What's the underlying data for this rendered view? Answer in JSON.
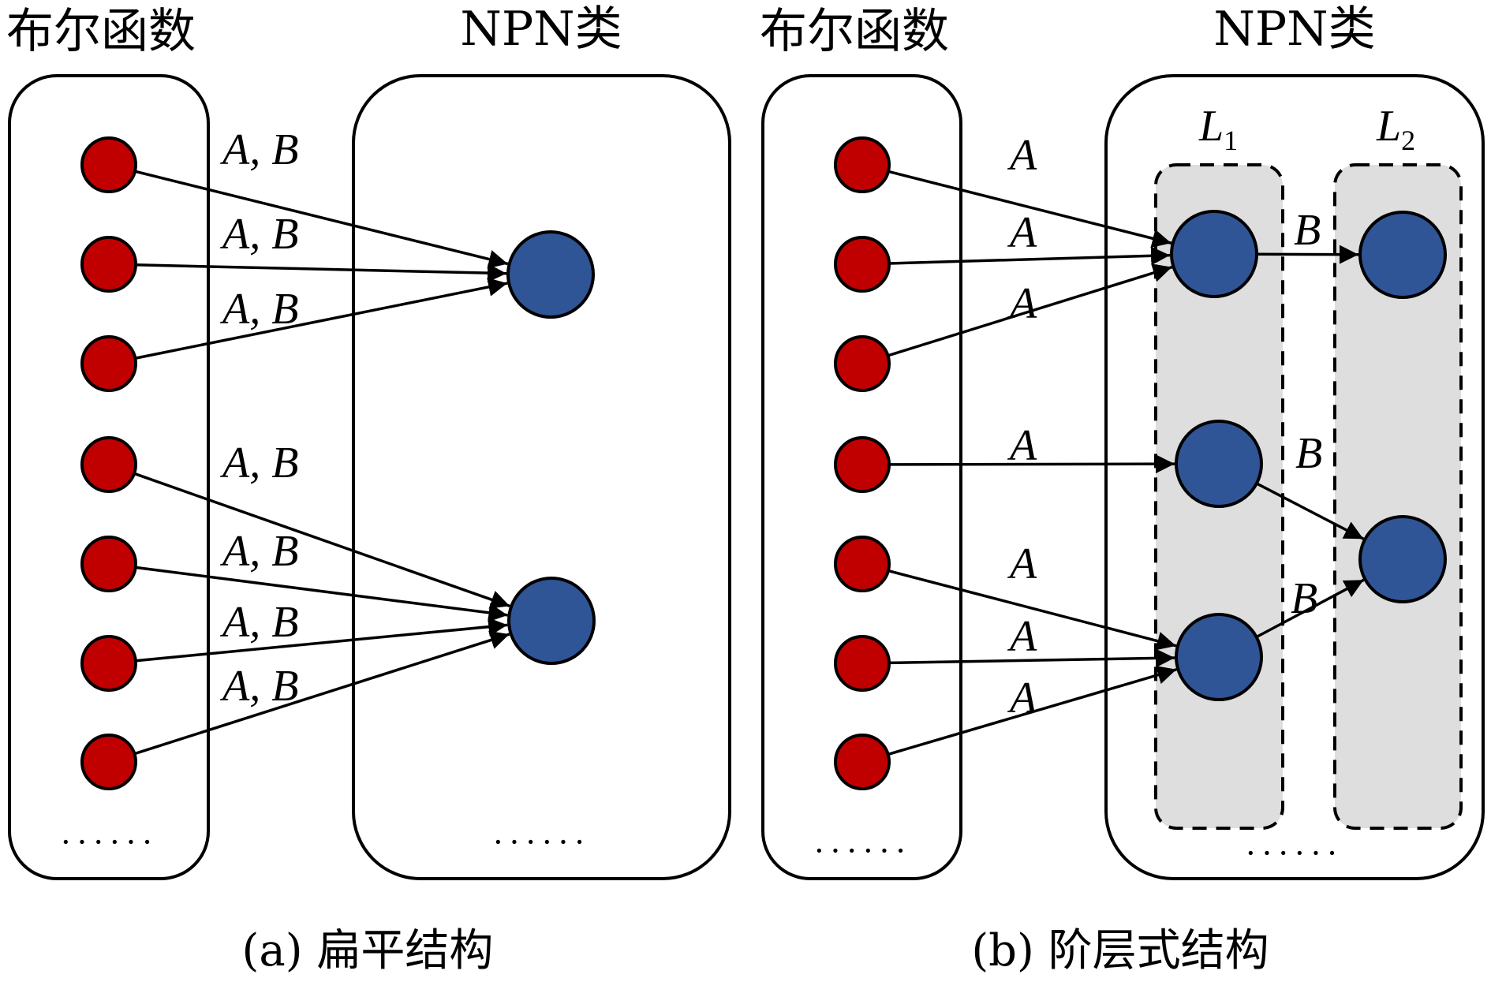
{
  "colors": {
    "boolean_node": "#C00000",
    "npn_node": "#2F5597",
    "layer_fill": "#DEDEDE",
    "stroke": "#000000"
  },
  "panels": [
    {
      "id": "a",
      "boolean_title": "布尔函数",
      "npn_title": "NPN类",
      "caption": "(a) 扁平结构",
      "boolean_ellipsis": "······",
      "npn_ellipsis": "······",
      "boolean_node_count": 7,
      "edges": [
        {
          "from": 0,
          "to": "c0",
          "label": "A, B"
        },
        {
          "from": 1,
          "to": "c0",
          "label": "A, B"
        },
        {
          "from": 2,
          "to": "c0",
          "label": "A, B"
        },
        {
          "from": 3,
          "to": "c1",
          "label": "A, B"
        },
        {
          "from": 4,
          "to": "c1",
          "label": "A, B"
        },
        {
          "from": 5,
          "to": "c1",
          "label": "A, B"
        },
        {
          "from": 6,
          "to": "c1",
          "label": "A, B"
        }
      ]
    },
    {
      "id": "b",
      "boolean_title": "布尔函数",
      "npn_title": "NPN类",
      "caption": "(b) 阶层式结构",
      "boolean_ellipsis": "······",
      "npn_ellipsis": "······",
      "boolean_node_count": 7,
      "layers": [
        {
          "name": "L",
          "sub": "1"
        },
        {
          "name": "L",
          "sub": "2"
        }
      ],
      "edges": [
        {
          "from": 0,
          "to": "L1_0",
          "label": "A"
        },
        {
          "from": 1,
          "to": "L1_0",
          "label": "A"
        },
        {
          "from": 2,
          "to": "L1_0",
          "label": "A"
        },
        {
          "from": 3,
          "to": "L1_1",
          "label": "A"
        },
        {
          "from": 4,
          "to": "L1_2",
          "label": "A"
        },
        {
          "from": 5,
          "to": "L1_2",
          "label": "A"
        },
        {
          "from": 6,
          "to": "L1_2",
          "label": "A"
        }
      ],
      "layer_edges": [
        {
          "from": "L1_0",
          "to": "L2_0",
          "label": "B"
        },
        {
          "from": "L1_1",
          "to": "L2_1",
          "label": "B"
        },
        {
          "from": "L1_2",
          "to": "L2_1",
          "label": "B"
        }
      ]
    }
  ]
}
